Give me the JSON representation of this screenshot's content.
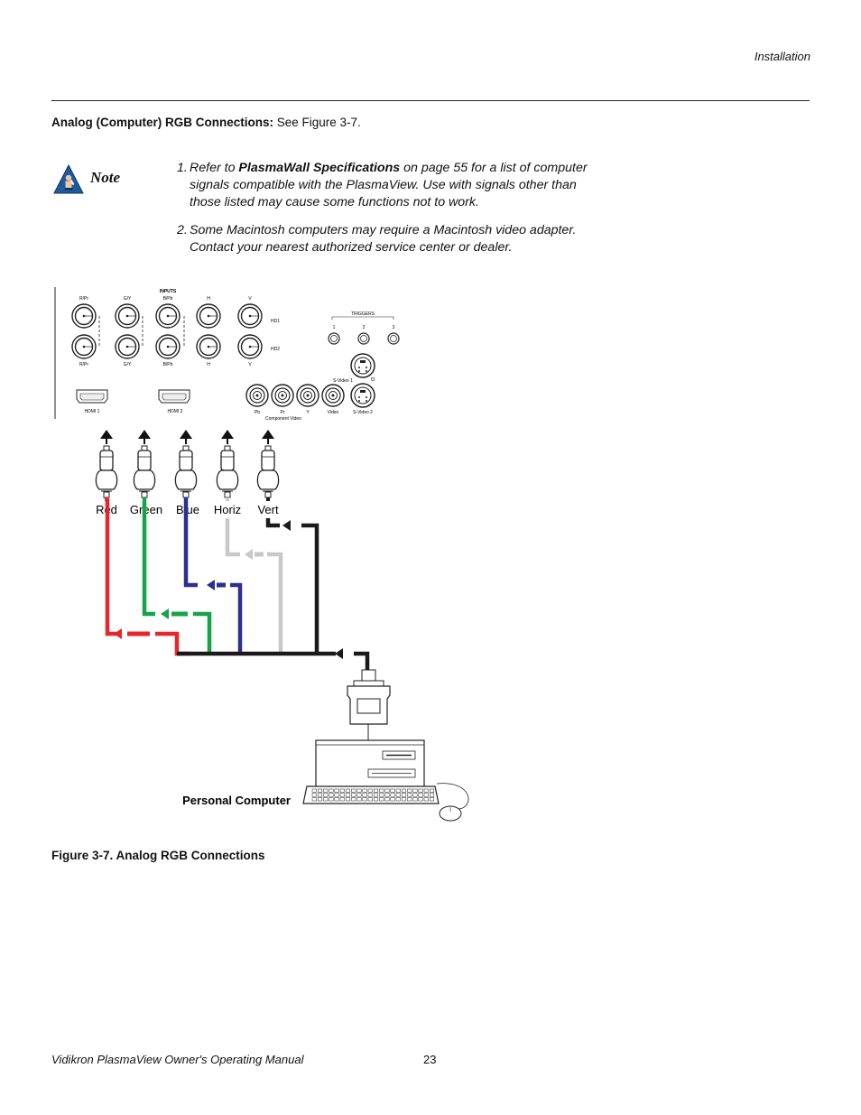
{
  "header": {
    "section": "Installation"
  },
  "heading": {
    "bold": "Analog (Computer) RGB Connections:",
    "rest": " See Figure 3-7."
  },
  "note": {
    "label": "Note",
    "items": [
      {
        "num": "1.",
        "pre": "Refer to ",
        "bold": "PlasmaWall Specifications",
        "post": " on page 55 for a list of computer signals compatible with the PlasmaView. Use with signals other than those listed may cause some functions not to work."
      },
      {
        "num": "2.",
        "text": "Some Macintosh computers may require a Macintosh video adapter. Contact your nearest authorized service center or dealer."
      }
    ]
  },
  "diagram": {
    "inputs_title": "INPUTS",
    "bnc_columns": [
      "R/Pr",
      "G/Y",
      "B/Pb",
      "H",
      "V"
    ],
    "hd1": "HD1",
    "hd2": "HD2",
    "hdmi1": "HDMI 1",
    "hdmi2": "HDMI 2",
    "triggers_title": "TRIGGERS",
    "triggers": [
      "1",
      "2",
      "3"
    ],
    "svideo1": "S-Video 1",
    "svideo2": "S-Video 2",
    "rca_labels": [
      "Pb",
      "Pr",
      "Y",
      "Video"
    ],
    "component_video": "Component Video",
    "cable_labels": [
      "Red",
      "Green",
      "Blue",
      "Horiz",
      "Vert"
    ],
    "computer_label": "Personal Computer",
    "colors": {
      "red": "#e5262c",
      "green": "#17a34a",
      "blue": "#2b2f8f",
      "gray": "#c8c8c8",
      "black": "#1a1a1a"
    }
  },
  "caption": "Figure 3-7. Analog RGB Connections",
  "footer": {
    "title": "Vidikron PlasmaView Owner's Operating Manual",
    "page": "23"
  }
}
